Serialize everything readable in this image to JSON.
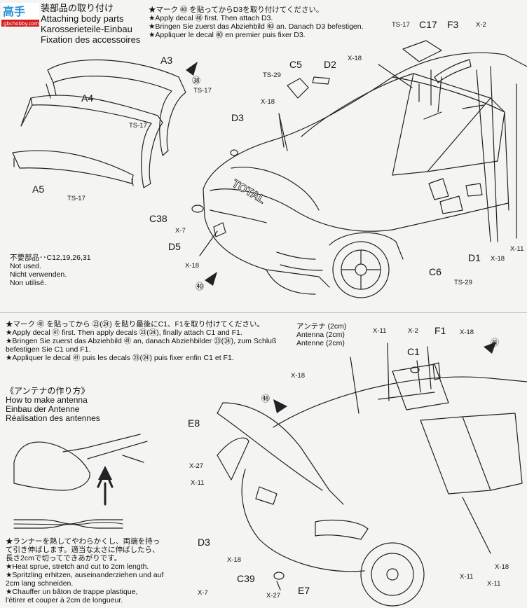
{
  "brand": {
    "text_top": "高手",
    "text_url": "gbchobby.com"
  },
  "step1": {
    "title_lines": [
      "取り付け",
      "Attaching body parts",
      "Karosserieteile-Einbau",
      "Fixation des accessoires"
    ],
    "title_jp_prefix": "装部品の",
    "note_lines": [
      "★マーク ㊵ を貼ってからD3を取り付けてください。",
      "★Apply decal ㊵ first. Then attach D3.",
      "★Bringen Sie zuerst das Abziehbild ㊵ an. Danach D3 befestigen.",
      "★Appliquer le decal ㊵ en premier puis fixer D3."
    ],
    "unused_lines": [
      "不要部品･･C12,19,26,31",
      "Not used.",
      "Nicht verwenden.",
      "Non utilisé."
    ],
    "labels": {
      "a3": "A3",
      "a4": "A4",
      "a5": "A5",
      "c5": "C5",
      "d2": "D2",
      "d3": "D3",
      "c17": "C17",
      "f3": "F3",
      "c38": "C38",
      "d5": "D5",
      "d1": "D1",
      "c6": "C6",
      "ts17a": "TS-17",
      "ts17b": "TS-17",
      "ts17c": "TS-17",
      "ts17d": "TS-17",
      "ts29a": "TS-29",
      "ts29b": "TS-29",
      "x18a": "X-18",
      "x18b": "X-18",
      "x18c": "X-18",
      "x18d": "X-18",
      "x2": "X-2",
      "x7": "X-7",
      "x11": "X-11",
      "decal38": "㊳",
      "decal40": "㊵",
      "total": "TOTAL"
    }
  },
  "step2": {
    "note_lines": [
      "★マーク ㊶ を貼ってから ㉓(㉔) を貼り最後にC1、F1を取り付けてください。",
      "★Apply decal ㊶ first. Then apply decals ㉓(㉔), finally attach C1 and F1.",
      "★Bringen Sie zuerst das Abziehbild ㊶ an, danach Abziehbilder ㉓(㉔), zum Schluß",
      "   befestigen Sie C1 und F1.",
      "★Appliquer le decal ㊶ puis les decals ㉓(㉔) puis fixer enfin C1 et F1."
    ],
    "antenna_title_lines": [
      "《アンテナの作り方》",
      "How to make antenna",
      "Einbau der Antenne",
      "Réalisation des antennes"
    ],
    "antenna_note_lines": [
      "★ランナーを熱してやわらかくし、両端を持っ",
      "て引き伸ばします。適当な太さに伸ばしたら、",
      "長さ2cmで切ってできあがりです。",
      "★Heat sprue, stretch and cut to 2cm length.",
      "★Spritzling erhitzen, auseinanderziehen und auf",
      "2cm lang schneiden.",
      "★Chauffer un bâton de trappe plastique,",
      "l'étirer et couper à 2cm de longueur."
    ],
    "antenna_len_lines": [
      "アンテナ (2cm)",
      "Antenna (2cm)",
      "Antenne (2cm)"
    ],
    "labels": {
      "e8": "E8",
      "d3": "D3",
      "e7": "E7",
      "c39": "C39",
      "c1": "C1",
      "f1": "F1",
      "x11a": "X-11",
      "x11b": "X-11",
      "x11c": "X-11",
      "x11d": "X-11",
      "x2": "X-2",
      "x18a": "X-18",
      "x18b": "X-18",
      "x18c": "X-18",
      "x18d": "X-18",
      "x27a": "X-27",
      "x27b": "X-27",
      "x7": "X-7",
      "decal89": "㊽",
      "decal61": "㊶"
    }
  }
}
